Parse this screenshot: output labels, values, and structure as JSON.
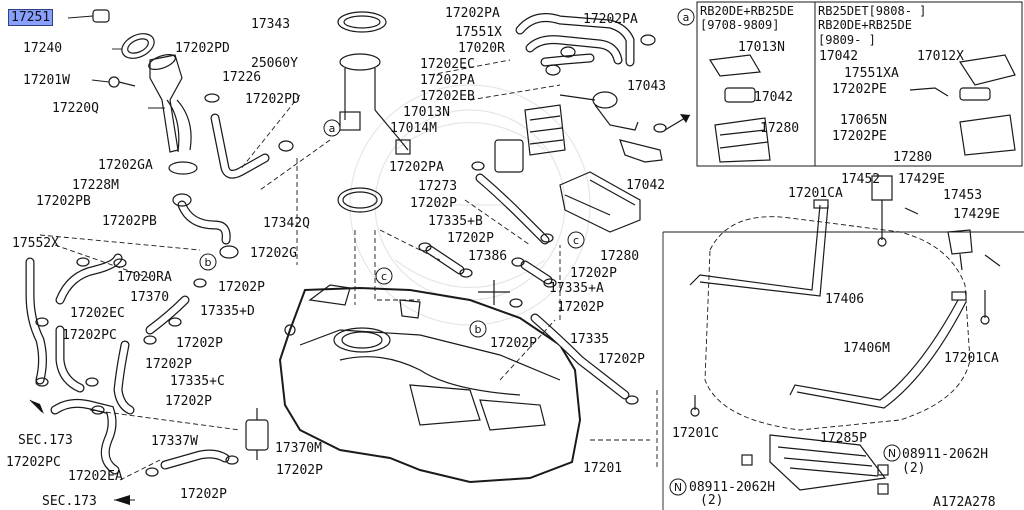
{
  "figure": {
    "code": "A172A278"
  },
  "highlight": {
    "part": "17251"
  },
  "parts": {
    "p17240": "17240",
    "p17201W": "17201W",
    "p17220Q": "17220Q",
    "p17202PD_a": "17202PD",
    "p17226": "17226",
    "p17202PD_b": "17202PD",
    "p17343": "17343",
    "p25060Y": "25060Y",
    "p17202GA": "17202GA",
    "p17228M": "17228M",
    "p17202PB_a": "17202PB",
    "p17202PB_b": "17202PB",
    "p17552X": "17552X",
    "p17342Q": "17342Q",
    "p17202G": "17202G",
    "p17020RA": "17020RA",
    "p17202P_a": "17202P",
    "p17370": "17370",
    "p17335D": "17335+D",
    "p17202EC_a": "17202EC",
    "p17202PC_a": "17202PC",
    "p17202P_b": "17202P",
    "p17202P_c": "17202P",
    "p17335C": "17335+C",
    "p17202P_d": "17202P",
    "p17337W": "17337W",
    "p17370M": "17370M",
    "p17202PC_b": "17202PC",
    "p17202EA": "17202EA",
    "p17202P_e": "17202P",
    "p17202P_f": "17202P",
    "p17202PA_a": "17202PA",
    "p17551X": "17551X",
    "p17020R": "17020R",
    "p17202EC_b": "17202EC",
    "p17202PA_b": "17202PA",
    "p17202EB": "17202EB",
    "p17013N_a": "17013N",
    "p17014M": "17014M",
    "p17202PA_c": "17202PA",
    "p17202PA_d": "17202PA",
    "p17043": "17043",
    "p17042_a": "17042",
    "p17273": "17273",
    "p17202P_g": "17202P",
    "p17335B": "17335+B",
    "p17202P_h": "17202P",
    "p17386": "17386",
    "p17280_a": "17280",
    "p17202P_i": "17202P",
    "p17335A": "17335+A",
    "p17202P_j": "17202P",
    "p17202P_k": "17202P",
    "p17335": "17335",
    "p17202P_l": "17202P",
    "p17201": "17201",
    "p17452": "17452",
    "p17429E_a": "17429E",
    "p17201CA_a": "17201CA",
    "p17453": "17453",
    "p17429E_b": "17429E",
    "p17406": "17406",
    "p17406M": "17406M",
    "p17201CA_b": "17201CA",
    "p17201C": "17201C",
    "p17285P": "17285P",
    "p08911_a": "08911-2062H",
    "p08911_a_qty": "(2)",
    "p08911_b": "08911-2062H",
    "p08911_b_qty": "(2)",
    "nut_symbol": "N"
  },
  "sec_refs": {
    "sec1": "SEC.173",
    "sec2": "SEC.173"
  },
  "callouts": {
    "a": "a",
    "b": "b",
    "c": "c"
  },
  "inset": {
    "left_header_1": "RB20DE+RB25DE",
    "left_header_2": "[9708-9809]",
    "right_header_1": "RB25DET[9808-   ]",
    "right_header_2": "RB20DE+RB25DE",
    "right_header_3": "[9809-      ]",
    "left_parts": {
      "p17013N": "17013N",
      "p17042": "17042",
      "p17280": "17280"
    },
    "right_parts": {
      "p17042": "17042",
      "p17012X": "17012X",
      "p17551XA": "17551XA",
      "p17202PE_a": "17202PE",
      "p17065N": "17065N",
      "p17202PE_b": "17202PE",
      "p17280": "17280"
    }
  }
}
